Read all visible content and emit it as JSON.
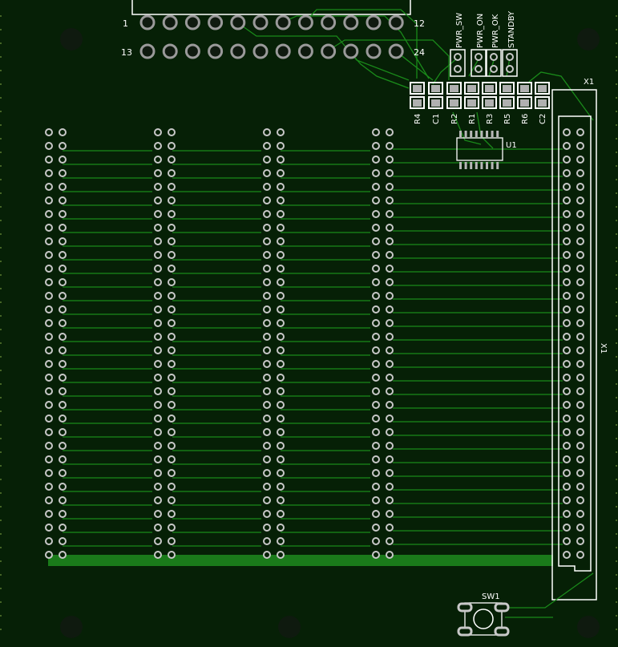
{
  "colors": {
    "board": "#062006",
    "trace": "#1a8a1a",
    "trace_bright": "#22a022",
    "silk": "#ffffff",
    "pad": "#c8c8c8",
    "pad_hole": "#062006",
    "mount_hole": "#0f1a0f",
    "edge_dots": "#5a7a30"
  },
  "header": {
    "pin_first": "1",
    "pin_row1_last": "12",
    "pin_row2_first": "13",
    "pin_last": "24"
  },
  "leds": {
    "labels": [
      "PWR_SW",
      "PWR_ON",
      "PWR_OK",
      "STANDBY"
    ]
  },
  "components": {
    "labels": [
      "R4",
      "C1",
      "R2",
      "R1",
      "R3",
      "R5",
      "R6",
      "C2"
    ]
  },
  "ic": {
    "label": "U1"
  },
  "connector": {
    "label_top": "X1",
    "label_side": "X1"
  },
  "switch": {
    "label": "SW1"
  },
  "grid": {
    "rows": 32,
    "columns": 4
  }
}
